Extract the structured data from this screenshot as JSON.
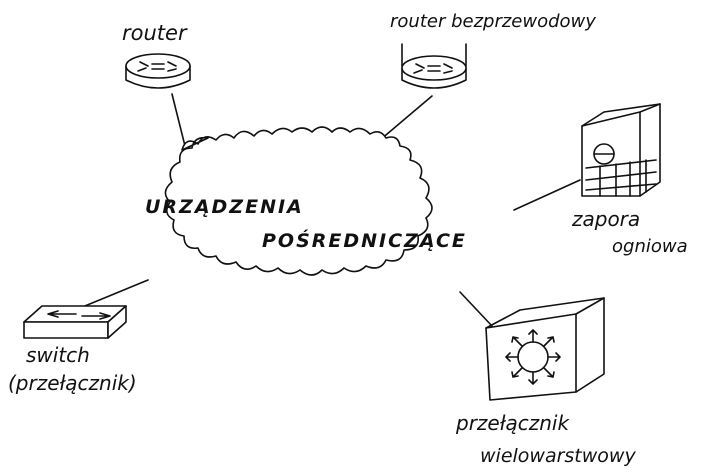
{
  "cloud": {
    "line1": "URZĄDZENIA",
    "line2": "POŚREDNICZĄCE"
  },
  "devices": {
    "router": {
      "label": "router"
    },
    "wireless_router": {
      "label": "router bezprzewodowy"
    },
    "firewall": {
      "label_line1": "zapora",
      "label_line2": "ogniowa"
    },
    "switch": {
      "label_line1": "switch",
      "label_line2": "(przełącznik)"
    },
    "multilayer_switch": {
      "label_line1": "przełącznik",
      "label_line2": "wielowarstwowy"
    }
  }
}
